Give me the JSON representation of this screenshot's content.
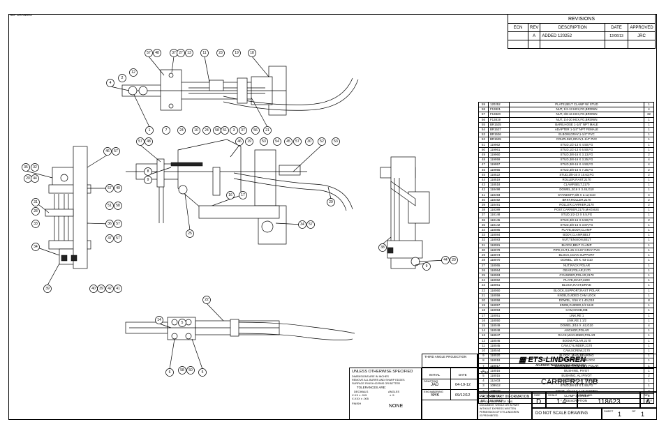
{
  "ref_label": "REF DRAWING",
  "revisions": {
    "title": "REVISIONS",
    "headers": [
      "ECN",
      "REV",
      "DESCRIPTION",
      "DATE",
      "APPROVED"
    ],
    "rows": [
      [
        "",
        "A",
        "ADDED 120252",
        "12/06/13",
        "JRC"
      ]
    ]
  },
  "bom": {
    "header": {
      "no": "NO.",
      "part": "NUMBER",
      "desc": "DESCRIPTION",
      "qty": "QTY"
    },
    "rows": [
      [
        "59",
        "120252",
        "PLATE,BELT CLAMP W/ STUD",
        "1"
      ],
      [
        "58",
        "F13821",
        "NUT, 1/2-13 HEX,FG,BROWN",
        "4"
      ],
      [
        "57",
        "F13820",
        "NUT, 3/8-16 HEX,FG,BROWN",
        "32"
      ],
      [
        "56",
        "F13819",
        "NUT, 1/4-20 HEX,FG,BROWN",
        "1"
      ],
      [
        "55",
        "BR1535",
        "BARB,HOSE 1-1/4\" NPT MALE",
        "1"
      ],
      [
        "54",
        "BR1537",
        "ADAPTER 1-1/4\" NPT FEMALE",
        "1"
      ],
      [
        "53",
        "BR1536",
        "ELBOW,GRAY,1-1/4\" PVC",
        "1"
      ],
      [
        "52",
        "BR1535",
        "COUPLING,GRAY,1-1/4\" PVC",
        "1"
      ],
      [
        "51",
        "119962",
        "STUD,1/2-13 X 4.50,FG",
        "1"
      ],
      [
        "50",
        "119961",
        "STUD,1/2-13 X 6.50,FG",
        "1"
      ],
      [
        "49",
        "119960",
        "STUD,3/8-16 X 3.13,FG",
        "2"
      ],
      [
        "48",
        "119959",
        "STUD,3/8-16 X 3.25,FG",
        "4"
      ],
      [
        "47",
        "119957",
        "STUD,3/8-16 X 4.50,FG",
        "4"
      ],
      [
        "46",
        "119955",
        "STUD,3/8-16 X 7.25,FG",
        "2"
      ],
      [
        "45",
        "118522",
        "STUD,3/8-16 X 10.63,FG",
        "2"
      ],
      [
        "44",
        "118519",
        "ROLLER,RAST,2170",
        "1"
      ],
      [
        "43",
        "118518",
        "CLAMP,BELT,2170",
        "1"
      ],
      [
        "42",
        "118498",
        "DOWEL,3/16 X 3.45,G10",
        "1"
      ],
      [
        "41",
        "118493",
        "STANDOFF,3/8 X 2.12,G10",
        "4"
      ],
      [
        "40",
        "118492",
        "BRKT,ROLLER,2170",
        "2"
      ],
      [
        "39",
        "118491",
        "ROLLER,CARRIER,2170",
        "2"
      ],
      [
        "38",
        "118389",
        "POST,CARRIER,2170,MAGNUS",
        "1"
      ],
      [
        "37",
        "118148",
        "STUD,1/2-13 X 5.5,FG",
        "1"
      ],
      [
        "36",
        "118145",
        "STUD,3/8-16 X 6.50,FG",
        "2"
      ],
      [
        "35",
        "118142",
        "STUD,3/8-16 X 3.87,FG",
        "1"
      ],
      [
        "34",
        "118085",
        "PLATE,BODY,CLAMP",
        "1"
      ],
      [
        "33",
        "118084",
        "BODY,CLAMP,BELT",
        "1"
      ],
      [
        "32",
        "118083",
        "NUT,TENSION,BELT",
        "1"
      ],
      [
        "31",
        "118081",
        "BLOCK,BELT CLAMP",
        "1"
      ],
      [
        "30",
        "118078",
        "PIPE,CUT,1.25 X 6.87 GRAY PVC",
        "1"
      ],
      [
        "29",
        "118073",
        "BLOCK,COAX SUPPORT",
        "1"
      ],
      [
        "28",
        "118070",
        "DOWEL, 1/8 X .93 G10",
        "1"
      ],
      [
        "27",
        "118065",
        "NUT,RACK POLAR",
        "1"
      ],
      [
        "26",
        "118064",
        "GEAR,POLAR,2170",
        "1"
      ],
      [
        "25",
        "118063",
        "CYLINDER,POLAR,2170",
        "1"
      ],
      [
        "24",
        "118062",
        "PLATE,MAST,2200",
        "1"
      ],
      [
        "23",
        "118061",
        "BLOCK,RAST,DRIVE",
        "1"
      ],
      [
        "22",
        "118060",
        "BLOCK,SUPPORT,RAST POLAR",
        "1"
      ],
      [
        "21",
        "118059",
        "KNOB,GUIDED CAM LOCK",
        "1"
      ],
      [
        "20",
        "118058",
        "DOWEL, 3/16 X 1.40,G10",
        "8"
      ],
      [
        "19",
        "118057",
        "KNOB,GUIDED,1/2 UHE",
        "1"
      ],
      [
        "18",
        "118053",
        "CAM,KNOB,MB",
        "1"
      ],
      [
        "17",
        "118051",
        "LINK,RE 1",
        "1"
      ],
      [
        "16",
        "118050",
        "LINK,RE 1 1/2",
        "1"
      ],
      [
        "15",
        "118049",
        "DOWEL,3/16 X .62,G10",
        "4"
      ],
      [
        "14",
        "118048",
        "ANCHOR,POLAR",
        "1"
      ],
      [
        "13",
        "118047",
        "RACK,MACHINED,POLAR",
        "1"
      ],
      [
        "12",
        "118046",
        "BOOM,POLAR,2170",
        "1"
      ],
      [
        "11",
        "118045",
        "CAM,CYLINDER,2170",
        "1"
      ],
      [
        "10",
        "118044",
        "CAM,SCREW,2170",
        "1"
      ],
      [
        "9",
        "118020",
        "BLOCK, MAIN BEARING",
        "1"
      ],
      [
        "8",
        "118018",
        "BEARING, FOCAL BLOCK",
        "1"
      ],
      [
        "7",
        "118017",
        "BLOCK,BEARING,2170 POLAR",
        "1"
      ],
      [
        "6",
        "118016",
        "BUSHING, PIVOT",
        "1"
      ],
      [
        "5",
        "118015",
        "BUSHING, ALI PIVOT",
        "2"
      ],
      [
        "4",
        "112403",
        "ASSY,BUSHING,2.0\" STINGER",
        "1"
      ],
      [
        "3",
        "109512",
        "STUD,3/8-16 X 1.50,FG",
        "1"
      ],
      [
        "2",
        "109528",
        "KNOB, 1/2-13 X 1.15,GUIDED",
        "2"
      ],
      [
        "1",
        "108770",
        "CLAMP STINGER",
        "2"
      ]
    ]
  },
  "title_block": {
    "projection_label": "THIRD ANGLE PROJECTION",
    "tolerance_notes": [
      "UNLESS OTHERWISE SPECIFIED",
      "DIMENSIONS ARE IN INCHES",
      "REMOVE ALL BURRS AND SHARP EDGES",
      "SURFACE FINISH 63 RMS OR BETTER",
      "TOLERANCES ARE:"
    ],
    "decimals_label": "DECIMALS",
    "angles_label": "ANGLES",
    "tol_xx": "X.XX   ±  .015",
    "tol_xxx": "X.XXX  ±  .005",
    "tol_angle": "±  .5",
    "finish_label": "FINISH",
    "finish_value": "NONE",
    "initial_label": "INITIAL",
    "date_label": "DATE",
    "drafting_label": "DRAFTING",
    "drafting_initial": "JAD",
    "drafting_date": "04-19-12",
    "engineering_label": "ENGINEERING",
    "engineering_initial": "SRK",
    "engineering_date": "09/12/12",
    "company": "ETS-LINDGREN",
    "tagline": "An ESCO Technologies Company",
    "title_label": "TITLE",
    "title": "CARRIER2170B",
    "proprietary_title": "PROPRIETARY INFORMATION",
    "proprietary_text": [
      "ANY DUPLICATION OF THIS",
      "DOCUMENT, WHOLE OR IN PART",
      "WITHOUT EXPRESS WRITTEN",
      "PERMISSION OF ETS-LINDGREN",
      "IS PROHIBITED."
    ],
    "size_label": "SIZE",
    "size": "D",
    "scale_label": "SCALE",
    "scale": "1:4",
    "dwg_label": "DWG. NO.",
    "dwg_no": "118623",
    "rev_label": "REV",
    "rev": "A",
    "no_scale": "DO NOT SCALE DRAWING",
    "sheet_label": "SHEET",
    "sheet": "1",
    "of_label": "OF",
    "of": "1"
  },
  "balloons": {
    "top_view": [
      "57",
      "48",
      "37",
      "27",
      "13",
      "11",
      "23",
      "19",
      "18",
      "12",
      "2",
      "4",
      "1",
      "7",
      "24",
      "10",
      "24",
      "58",
      "51",
      "3",
      "37",
      "56",
      "21"
    ],
    "front_view": [
      "57",
      "48",
      "46",
      "19",
      "53",
      "54",
      "45",
      "57",
      "30",
      "52",
      "53",
      "8",
      "9",
      "16",
      "17",
      "29",
      "25",
      "34",
      "57"
    ],
    "left_view": [
      "46",
      "57",
      "35",
      "32",
      "20",
      "44",
      "57",
      "49",
      "31",
      "51",
      "58",
      "28",
      "33",
      "36",
      "57",
      "47",
      "57",
      "34",
      "39",
      "40",
      "39",
      "42",
      "41"
    ],
    "right_view": [
      "38",
      "44",
      "20",
      "9"
    ],
    "bottom_view": [
      "14",
      "5",
      "22",
      "6",
      "58",
      "50",
      "5"
    ]
  }
}
